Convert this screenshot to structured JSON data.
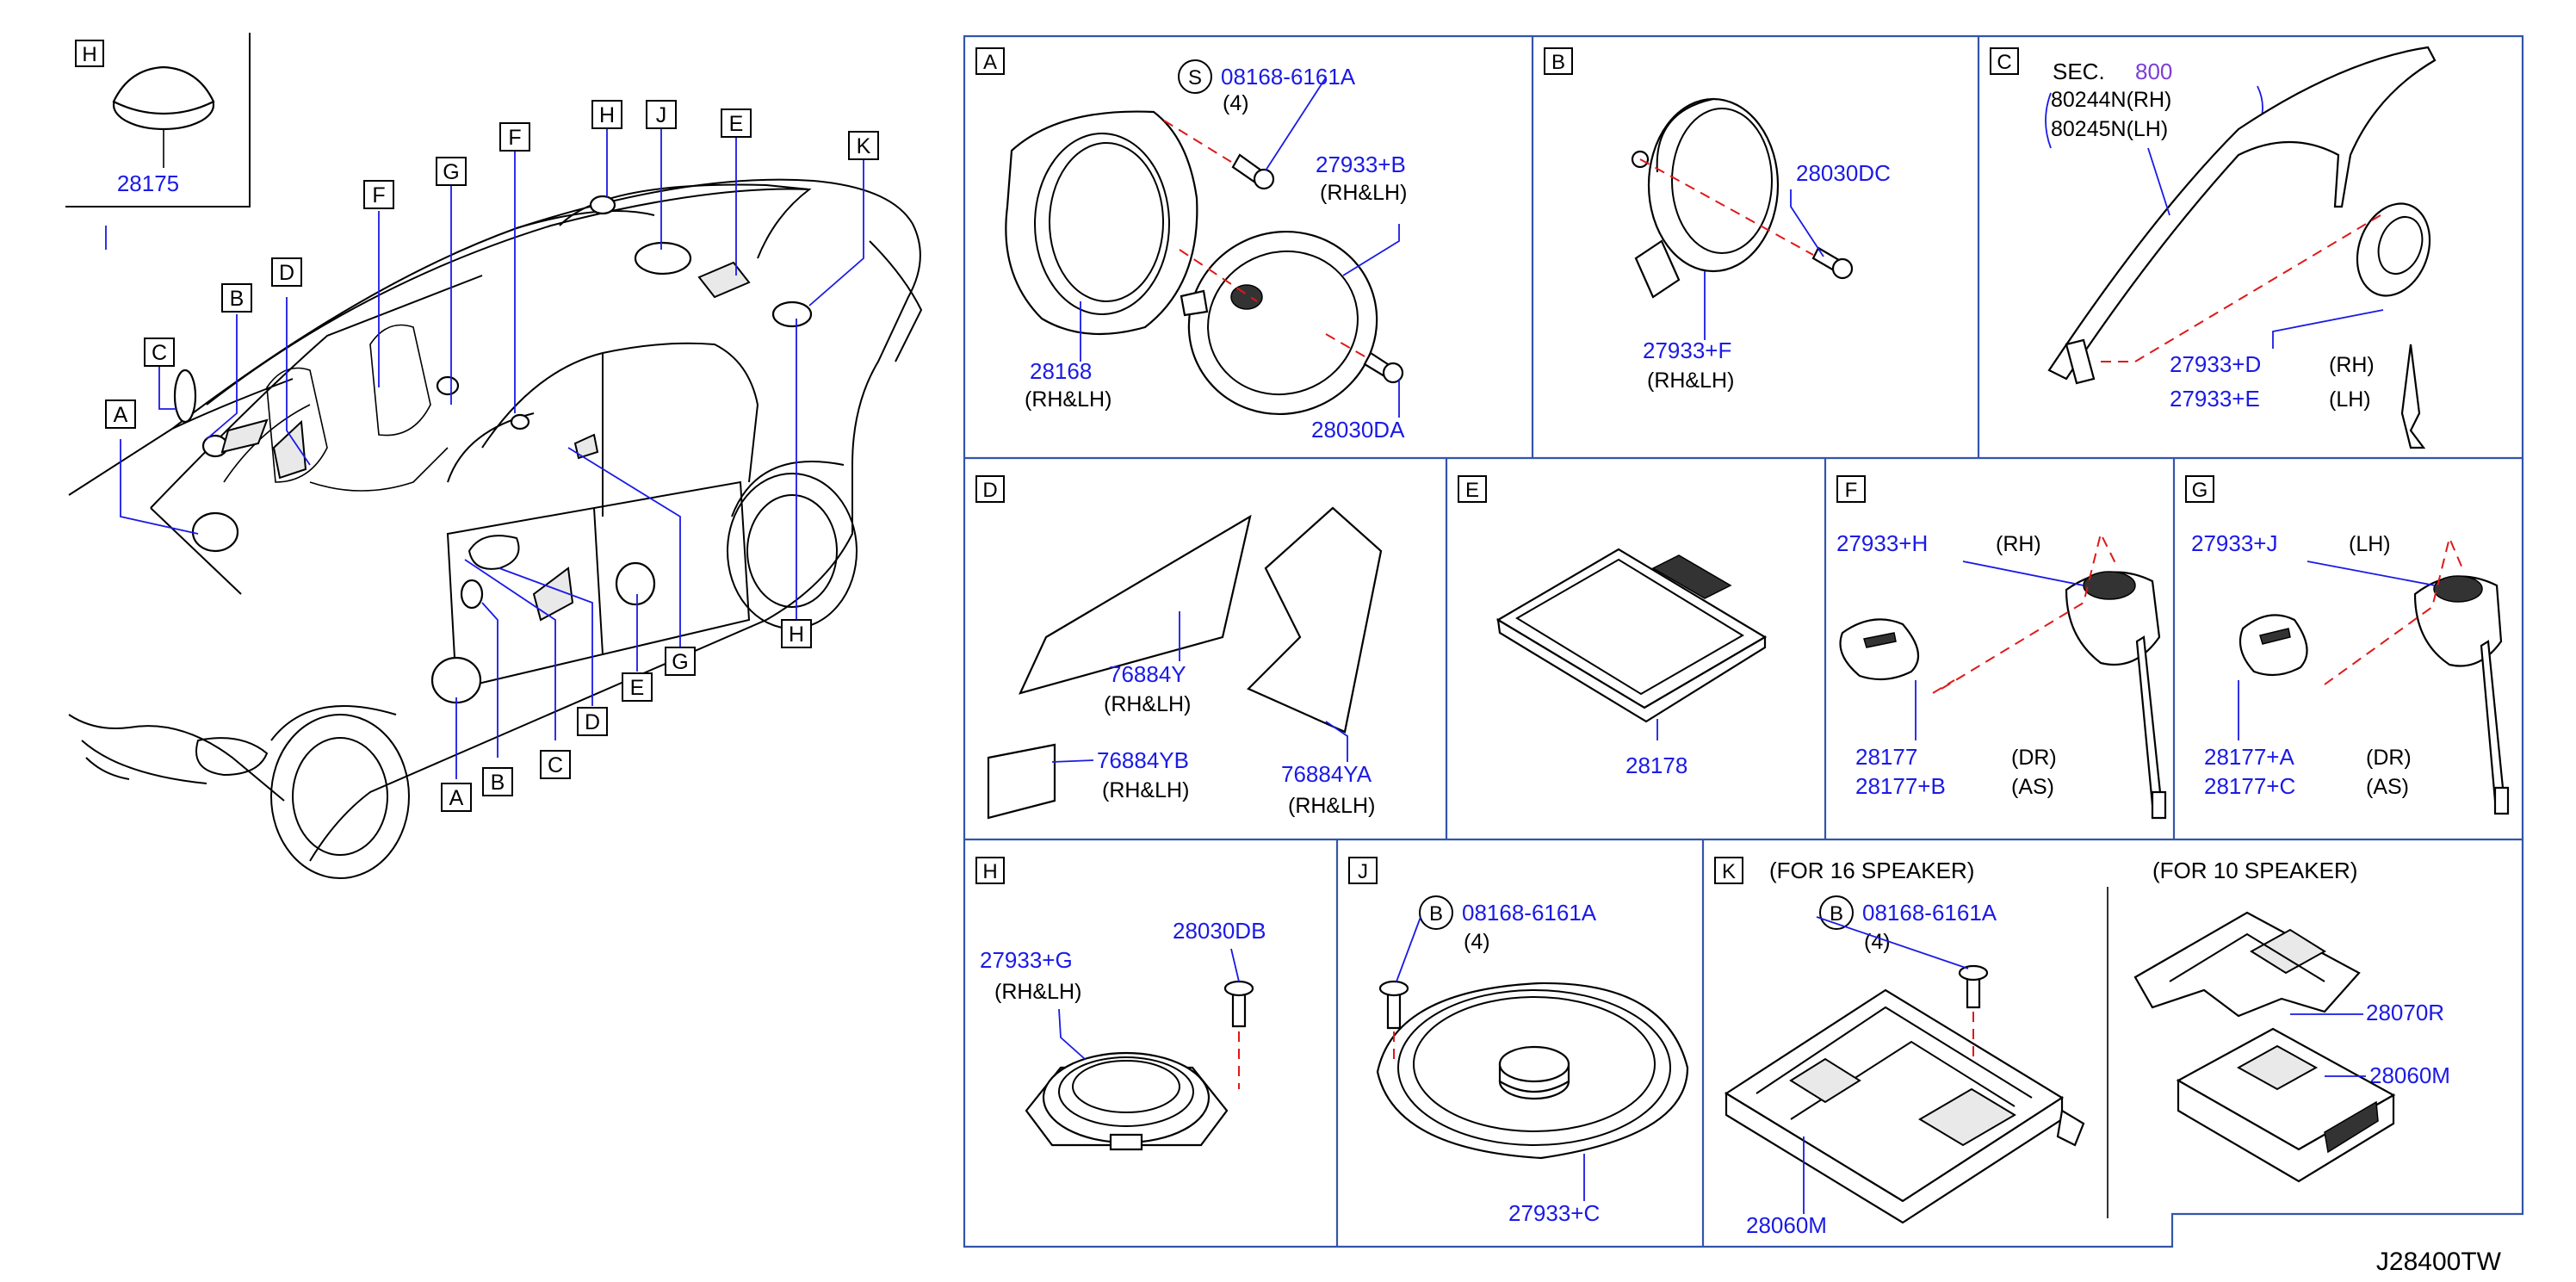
{
  "diagram_id": "J28400TW",
  "inset": {
    "label": "H",
    "part": "28175"
  },
  "car_callouts": [
    "H",
    "J",
    "E",
    "K",
    "F",
    "G",
    "D",
    "B",
    "C",
    "A",
    "F",
    "H",
    "D",
    "E",
    "G",
    "A",
    "B",
    "C"
  ],
  "panels": {
    "A": {
      "label": "A",
      "bolt_mark": "S",
      "bolt_part": "08168-6161A",
      "bolt_qty": "(4)",
      "spk_part": "27933+B",
      "spk_side": "(RH&LH)",
      "bracket_part": "28168",
      "bracket_side": "(RH&LH)",
      "screw_part": "28030DA"
    },
    "B": {
      "label": "B",
      "screw_part": "28030DC",
      "spk_part": "27933+F",
      "spk_side": "(RH&LH)"
    },
    "C": {
      "label": "C",
      "sec_prefix": "SEC.",
      "sec_num": "800",
      "ref_rh": "80244N(RH)",
      "ref_lh": "80245N(LH)",
      "part_rh": "27933+D",
      "part_lh": "27933+E",
      "rh": "(RH)",
      "lh": "(LH)"
    },
    "D": {
      "label": "D",
      "p1": "76884Y",
      "p1_side": "(RH&LH)",
      "p2": "76884YB",
      "p2_side": "(RH&LH)",
      "p3": "76884YA",
      "p3_side": "(RH&LH)"
    },
    "E": {
      "label": "E",
      "part": "28178"
    },
    "F": {
      "label": "F",
      "spk_part": "27933+H",
      "spk_side": "(RH)",
      "cover_part1": "28177",
      "cover_part2": "28177+B",
      "dr": "(DR)",
      "as": "(AS)"
    },
    "G": {
      "label": "G",
      "spk_part": "27933+J",
      "spk_side": "(LH)",
      "cover_part1": "28177+A",
      "cover_part2": "28177+C",
      "dr": "(DR)",
      "as": "(AS)"
    },
    "H": {
      "label": "H",
      "spk_part": "27933+G",
      "spk_side": "(RH&LH)",
      "screw_part": "28030DB"
    },
    "J": {
      "label": "J",
      "bolt_mark": "B",
      "bolt_part": "08168-6161A",
      "bolt_qty": "(4)",
      "spk_part": "27933+C"
    },
    "K": {
      "label": "K",
      "note16": "(FOR   16   SPEAKER)",
      "note10": "(FOR   10   SPEAKER)",
      "bolt_mark": "B",
      "bolt_part": "08168-6161A",
      "bolt_qty": "(4)",
      "amp16": "28060M",
      "bracket10": "28070R",
      "amp10": "28060M"
    }
  }
}
